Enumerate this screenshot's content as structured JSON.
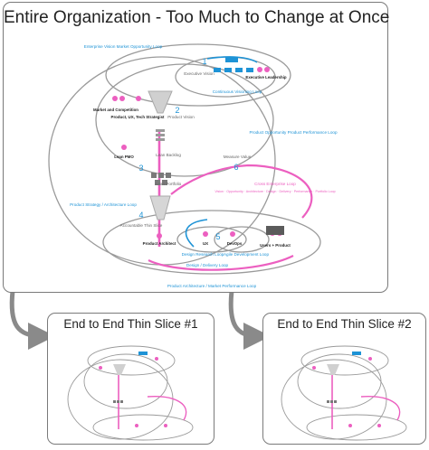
{
  "main": {
    "title": "Entire Organization - Too Much to Change at Once",
    "labels": {
      "enterprise_vision_loop": "Enterprise Vision Market Opportunity Loop",
      "step1": "1",
      "executive_vision": "Executive Vision",
      "executive_leadership": "Executive Leadership",
      "continuous_visioning_loop": "Continuous Visioning Loop",
      "market_competition": "Market and Competition",
      "product_ux_tech_strategist": "Product, UX, Tech Strategist",
      "step2": "2",
      "product_vision": "Product Vision",
      "product_opportunity_loop": "Product Opportunity Product Performance Loop",
      "lean_backlog": "Lean Backlog",
      "lean_pmo": "Lean PMO",
      "step3": "3",
      "lean_portfolio": "Lean Portfolio",
      "measure_value": "Measure Value",
      "step6": "6",
      "cross_enterprise_loop": "Cross Enterprise Loop",
      "cross_enterprise_detail": "Vision · Opportunity · Architecture · Design · Delivery · Performance · Portfolio Loop",
      "product_strategy_loop": "Product Strategy / Architecture Loop",
      "step4": "4",
      "thin_slice": "Accountable Thin Slice",
      "product_architect": "Product Architect",
      "step5": "5",
      "ux": "UX",
      "devops": "DevOps",
      "users_product": "Users + Product",
      "design_research_loop": "Design Research Loop",
      "agile_development_loop": "Agile Development Loop",
      "design_delivery_loop": "Design / Delivery Loop",
      "product_architecture_loop": "Product Architecture / Market Performance Loop"
    }
  },
  "thumbnails": [
    {
      "title": "End to End Thin Slice #1"
    },
    {
      "title": "End to End Thin Slice #2"
    }
  ],
  "colors": {
    "blue": "#1e93d6",
    "pink": "#ec5fc0",
    "gray": "#9a9a9a",
    "dark": "#4b4b4b"
  }
}
